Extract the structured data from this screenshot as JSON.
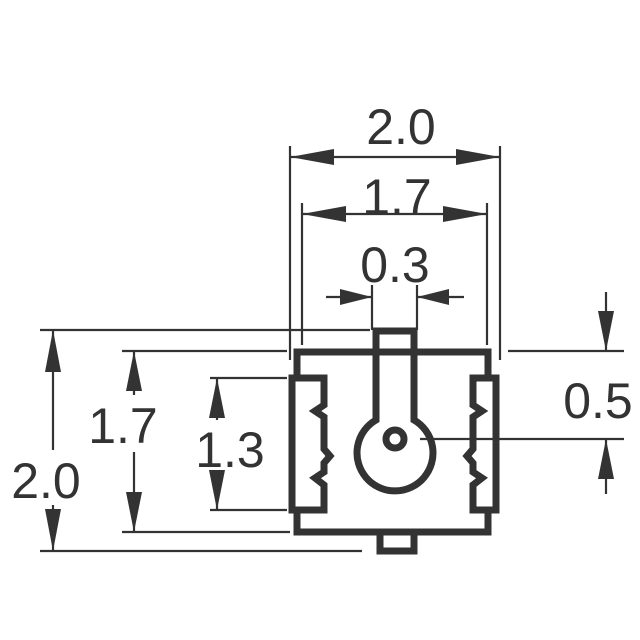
{
  "diagram": {
    "dimensions": {
      "top_width": "2.0",
      "inner_width": "1.7",
      "center_pin_width": "0.3",
      "left_height": "2.0",
      "inner_height": "1.7",
      "pad_height": "1.3",
      "right_offset": "0.5"
    }
  }
}
